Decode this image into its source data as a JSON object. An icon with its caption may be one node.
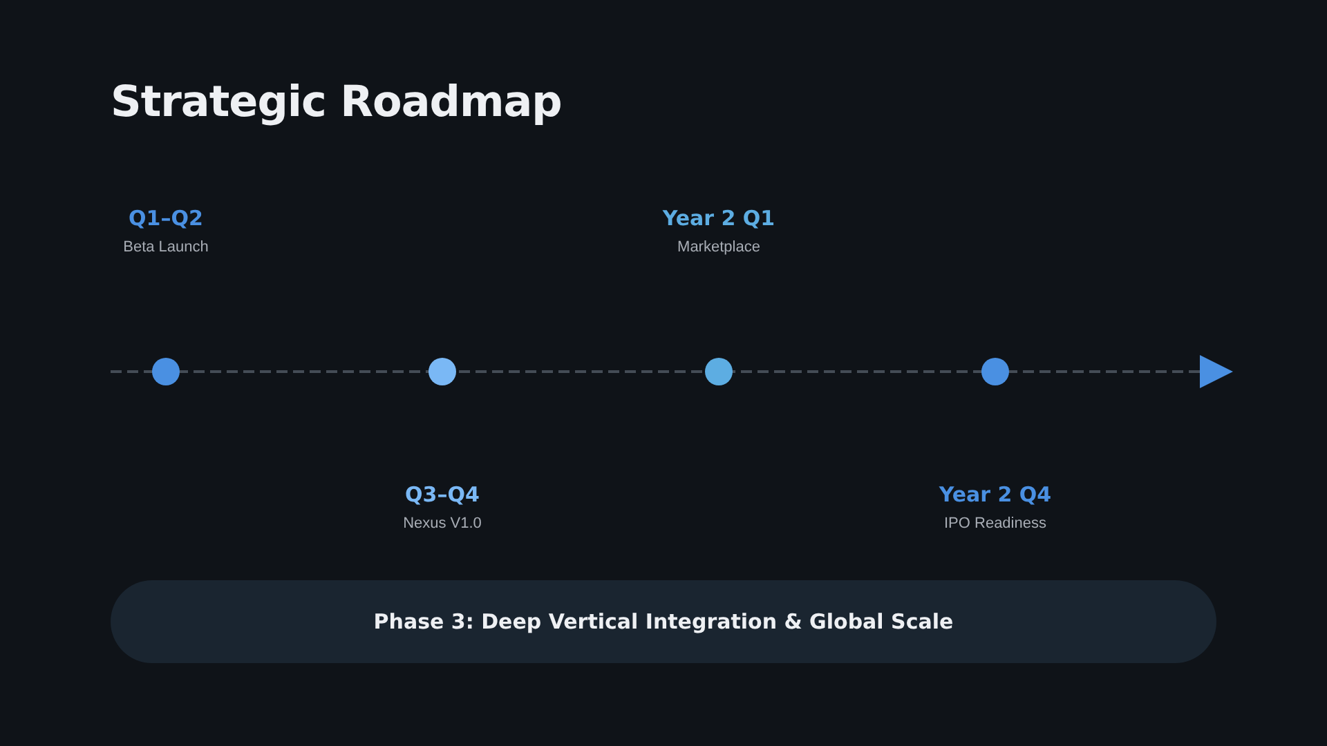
{
  "diagram": {
    "title": "Strategic Roadmap",
    "nodes": [
      {
        "text": [],
        "shape": "circle",
        "beside": [
          "Q1–Q2",
          "Beta Launch"
        ]
      },
      {
        "text": [],
        "shape": "circle",
        "beside": [
          "Q3–Q4",
          "Nexus V1.0"
        ]
      },
      {
        "text": [],
        "shape": "circle",
        "beside": [
          "Year 2 Q1",
          "Marketplace"
        ]
      },
      {
        "text": [],
        "shape": "circle",
        "beside": [
          "Year 2 Q4",
          "IPO Readiness"
        ]
      },
      {
        "text": [
          "Phase 3: Deep Vertical Integration & Global Scale"
        ]
      }
    ]
  }
}
